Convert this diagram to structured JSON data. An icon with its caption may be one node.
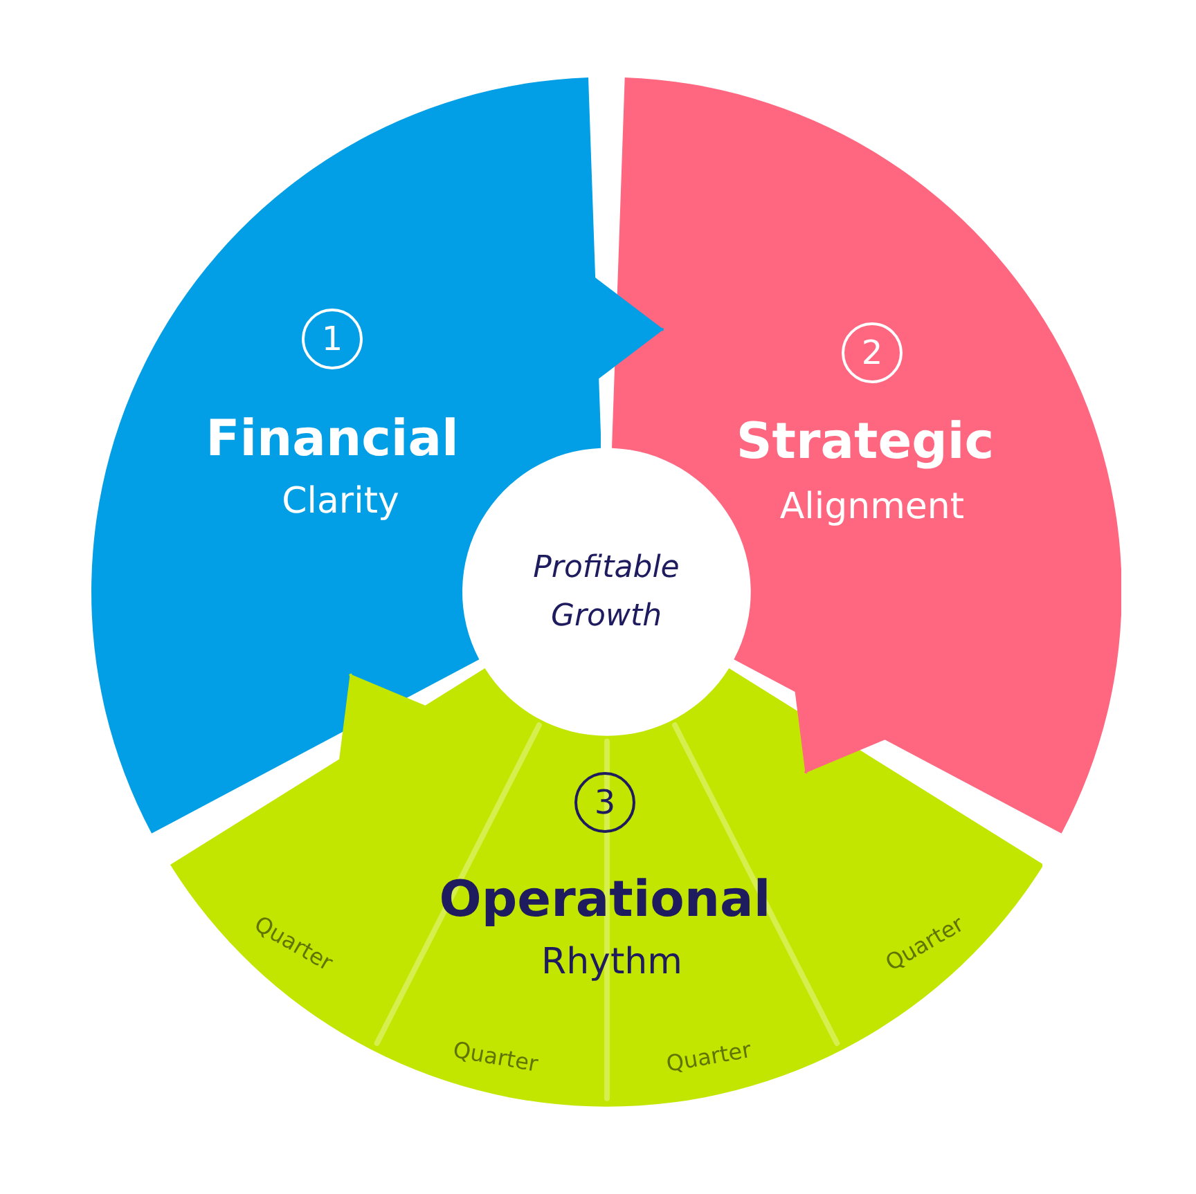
{
  "diagram": {
    "nodes": [
      {
        "text": [
          "1",
          "Financial",
          "Clarity"
        ]
      },
      {
        "text": [
          "2",
          "Strategic",
          "Alignment"
        ]
      },
      {
        "text": [
          "3",
          "Operational",
          "Rhythm"
        ]
      },
      {
        "text": [
          "Profitable Growth"
        ]
      }
    ],
    "edges": [
      {
        "from": 0,
        "to": 1,
        "arrow": "to",
        "color": "#039fe6"
      },
      {
        "from": 1,
        "to": 2,
        "arrow": "to",
        "color": "#ff6680"
      },
      {
        "from": 2,
        "to": 0,
        "arrow": "to",
        "color": "#c3e600"
      }
    ],
    "labels": [
      "Quarter",
      "Quarter",
      "Quarter",
      "Quarter"
    ]
  }
}
